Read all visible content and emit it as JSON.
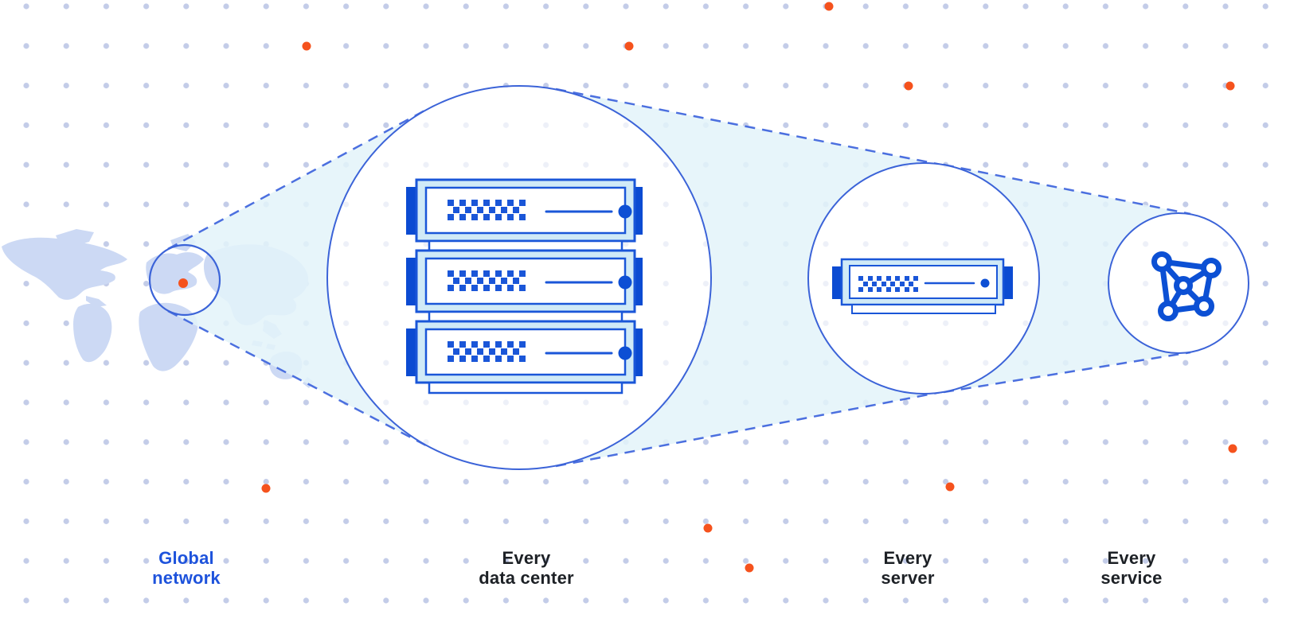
{
  "diagram": {
    "description": "Network zoom diagram: global map zooming into a data center, a server, and a service mesh",
    "labels": [
      {
        "id": "global-network",
        "line1": "Global",
        "line2": "network",
        "emphasis": "blue"
      },
      {
        "id": "every-data-center",
        "line1": "Every",
        "line2": "data center",
        "emphasis": "dark"
      },
      {
        "id": "every-server",
        "line1": "Every",
        "line2": "server",
        "emphasis": "dark"
      },
      {
        "id": "every-service",
        "line1": "Every",
        "line2": "service",
        "emphasis": "dark"
      }
    ],
    "icons": [
      {
        "name": "world-map-icon"
      },
      {
        "name": "server-rack-icon",
        "count": 3
      },
      {
        "name": "server-icon",
        "count": 1
      },
      {
        "name": "network-mesh-icon"
      }
    ],
    "colors": {
      "accent_blue": "#1e53dc",
      "circle_stroke_blue": "#3b63d8",
      "dashed_line_blue": "#4b6fdf",
      "server_border_blue": "#1a56d8",
      "deep_blue": "#0b4bd2",
      "label_dark": "#1d2126",
      "orange": "#f5521d",
      "grid_dot": "#c3cce8",
      "cone_fill": "#e3f3f9",
      "map_fill": "#ccd9f4",
      "server_bezel": "#d0eaf7"
    }
  }
}
